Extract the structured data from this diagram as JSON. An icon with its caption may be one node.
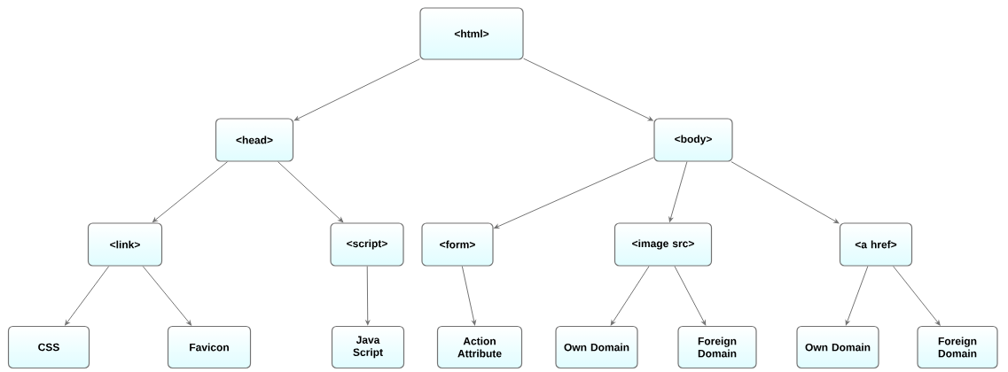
{
  "diagram": {
    "nodes": [
      {
        "text": [
          "<html>"
        ]
      },
      {
        "text": [
          "<head>"
        ]
      },
      {
        "text": [
          "<body>"
        ]
      },
      {
        "text": [
          "<link>"
        ]
      },
      {
        "text": [
          "<script>"
        ]
      },
      {
        "text": [
          "<form>"
        ]
      },
      {
        "text": [
          "<image src>"
        ]
      },
      {
        "text": [
          "<a href>"
        ]
      },
      {
        "text": [
          "CSS"
        ]
      },
      {
        "text": [
          "Favicon"
        ]
      },
      {
        "text": [
          "Java Script"
        ]
      },
      {
        "text": [
          "Action Attribute"
        ]
      },
      {
        "text": [
          "Own Domain"
        ]
      },
      {
        "text": [
          "Foreign Domain"
        ]
      },
      {
        "text": [
          "Own Domain"
        ]
      },
      {
        "text": [
          "Foreign Domain"
        ]
      }
    ],
    "edges": [
      {
        "from": 0,
        "to": 1,
        "arrow": "to"
      },
      {
        "from": 0,
        "to": 2,
        "arrow": "to"
      },
      {
        "from": 1,
        "to": 3,
        "arrow": "to"
      },
      {
        "from": 1,
        "to": 4,
        "arrow": "to"
      },
      {
        "from": 2,
        "to": 5,
        "arrow": "to"
      },
      {
        "from": 2,
        "to": 6,
        "arrow": "to"
      },
      {
        "from": 2,
        "to": 7,
        "arrow": "to"
      },
      {
        "from": 3,
        "to": 8,
        "arrow": "to"
      },
      {
        "from": 3,
        "to": 9,
        "arrow": "to"
      },
      {
        "from": 4,
        "to": 10,
        "arrow": "to"
      },
      {
        "from": 5,
        "to": 11,
        "arrow": "to"
      },
      {
        "from": 6,
        "to": 12,
        "arrow": "to"
      },
      {
        "from": 6,
        "to": 13,
        "arrow": "to"
      },
      {
        "from": 7,
        "to": 14,
        "arrow": "to"
      },
      {
        "from": 7,
        "to": 15,
        "arrow": "to"
      }
    ]
  }
}
